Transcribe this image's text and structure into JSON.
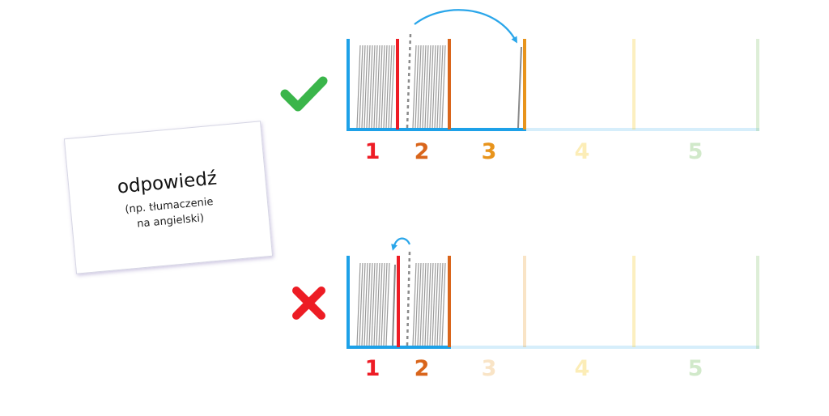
{
  "card": {
    "word": "odpowiedź",
    "note_line1": "(np. tłumaczenie",
    "note_line2": "na angielski)"
  },
  "icons": {
    "correct": "checkmark-icon",
    "incorrect": "cross-icon"
  },
  "colors": {
    "box_blue": "#1da1e8",
    "box1": "#ee1c25",
    "box2": "#d9651b",
    "box3": "#e8941c",
    "box4": "#f7d24a",
    "box5": "#8dc87a",
    "check": "#3ab54a",
    "cross": "#ed1c24",
    "cards": "#9a9a9a",
    "moved_card": "#8a8a8a",
    "arrow": "#2aa6ea"
  },
  "rows": [
    {
      "id": "correct",
      "labels": [
        "1",
        "2",
        "3",
        "4",
        "5"
      ],
      "active_boxes": 3,
      "card_moves_to_box": 3
    },
    {
      "id": "incorrect",
      "labels": [
        "1",
        "2",
        "3",
        "4",
        "5"
      ],
      "active_boxes": 2,
      "card_moves_to_box": 1
    }
  ]
}
